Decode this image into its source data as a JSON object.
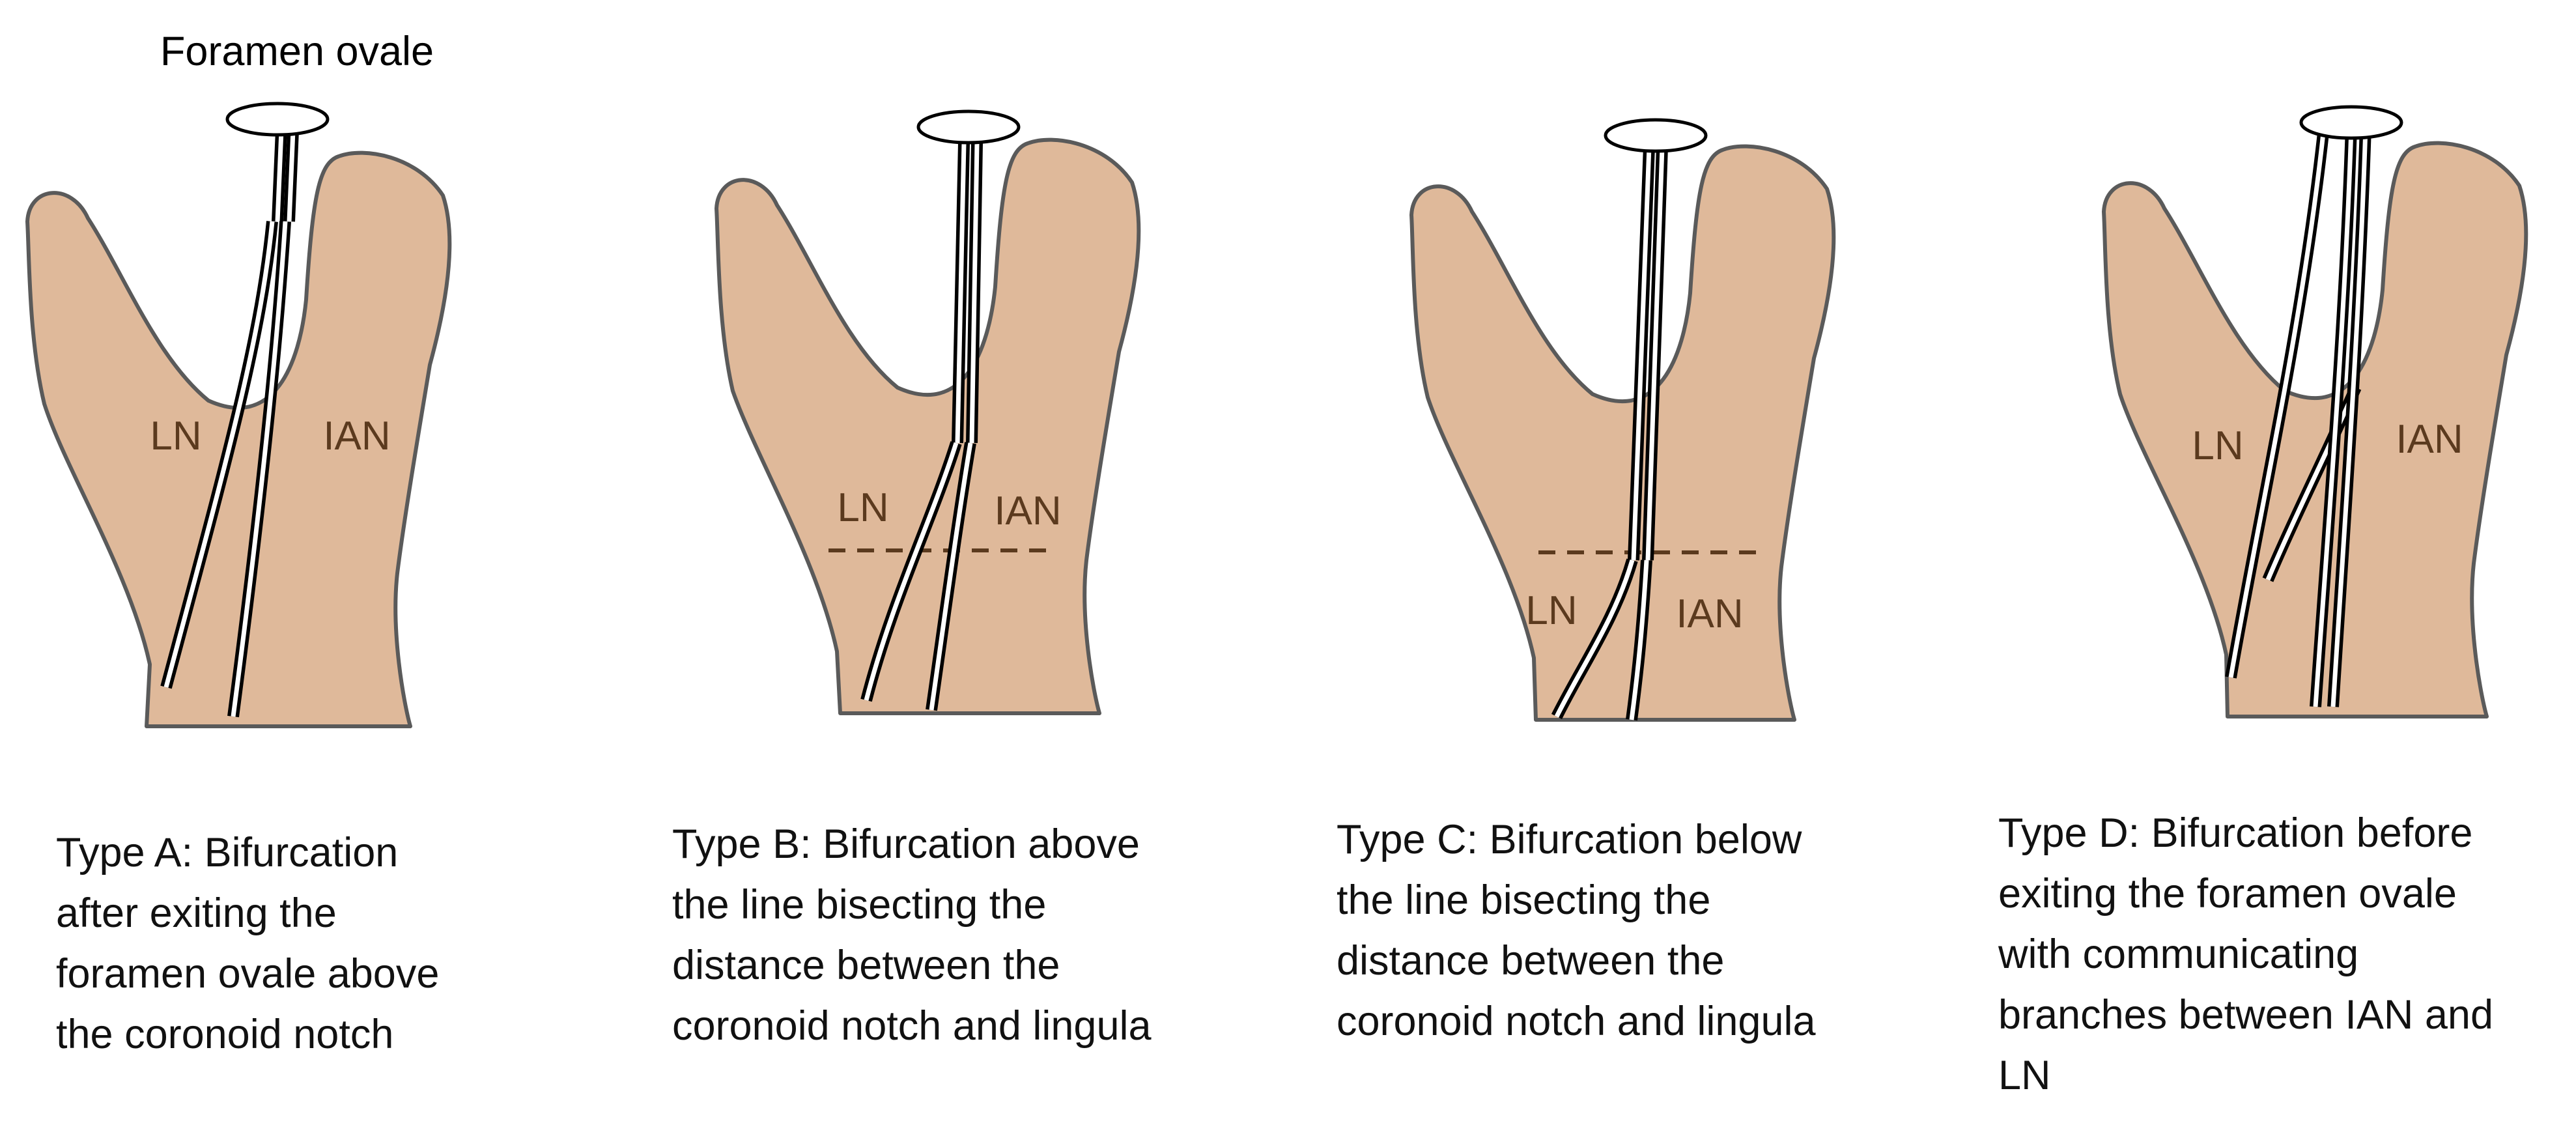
{
  "header_label": "Foramen ovale",
  "panels": [
    {
      "id": "type-a",
      "left_label": "LN",
      "right_label": "IAN",
      "caption_lines": [
        "Type A: Bifurcation",
        "after exiting the",
        "foramen ovale above",
        "the coronoid notch"
      ]
    },
    {
      "id": "type-b",
      "left_label": "LN",
      "right_label": "IAN",
      "caption_lines": [
        "Type B: Bifurcation above",
        "the line bisecting the",
        "distance between the",
        "coronoid notch and lingula"
      ]
    },
    {
      "id": "type-c",
      "left_label": "LN",
      "right_label": "IAN",
      "caption_lines": [
        "Type C: Bifurcation below",
        "the line bisecting the",
        "distance between the",
        "coronoid notch and lingula"
      ]
    },
    {
      "id": "type-d",
      "left_label": "LN",
      "right_label": "IAN",
      "caption_lines": [
        "Type D: Bifurcation before",
        "exiting the foramen ovale",
        "with communicating",
        "branches between IAN and",
        "LN"
      ]
    }
  ],
  "colors": {
    "bone_fill": "#dfb99a",
    "bone_stroke": "#5a5a5a",
    "label_color": "#5b3a1e",
    "dashed_line": "#5b3a1e",
    "nerve_outline": "#000000",
    "nerve_core": "#ffffff"
  }
}
